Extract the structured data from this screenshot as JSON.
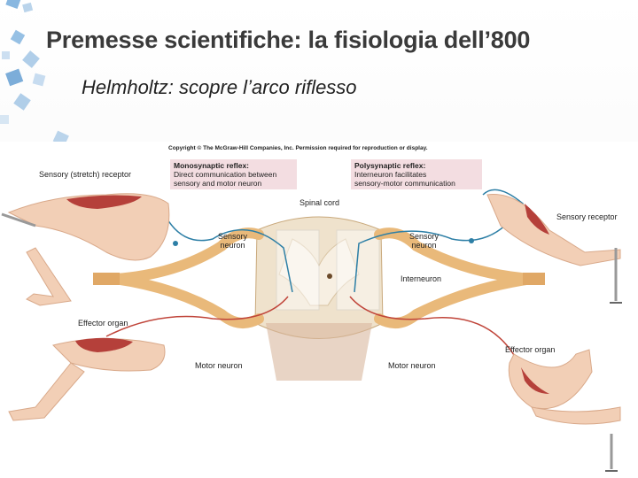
{
  "slide": {
    "title": "Premesse scientifiche: la fisiologia dell’800",
    "subtitle": "Helmholtz: scopre l’arco riflesso"
  },
  "figure": {
    "copyright": "Copyright © The McGraw-Hill Companies, Inc. Permission required for reproduction or display.",
    "mono_box": {
      "heading": "Monosynaptic reflex:",
      "line1": "Direct communication between",
      "line2": "sensory and motor neuron"
    },
    "poly_box": {
      "heading": "Polysynaptic reflex:",
      "line1": "Interneuron facilitates",
      "line2": "sensory-motor communication"
    },
    "labels": {
      "sensory_stretch_receptor": "Sensory (stretch) receptor",
      "spinal_cord": "Spinal cord",
      "sensory_neuron_left_1": "Sensory",
      "sensory_neuron_left_2": "neuron",
      "sensory_neuron_right_1": "Sensory",
      "sensory_neuron_right_2": "neuron",
      "sensory_receptor": "Sensory receptor",
      "interneuron": "Interneuron",
      "effector_organ_left": "Effector organ",
      "effector_organ_right": "Effector organ",
      "motor_neuron_left": "Motor neuron",
      "motor_neuron_right": "Motor neuron"
    }
  },
  "colors": {
    "title": "#3a3a3a",
    "nerve": "#e9b97a",
    "spinal_cord": "#efe2cc",
    "skin": "#f2cfb6",
    "muscle": "#b5403a",
    "sensory_neuron": "#2d7fa6",
    "motor_neuron": "#c0453a",
    "box_bg": "#f3dde1",
    "deco_blue": "#6aa5d8"
  }
}
